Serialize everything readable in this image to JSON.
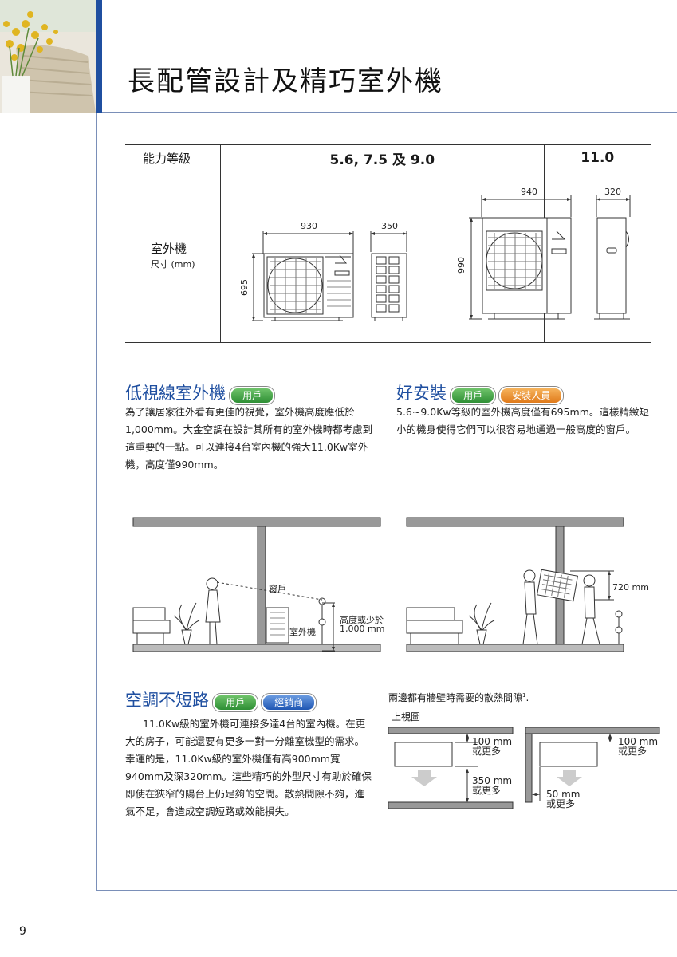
{
  "page": {
    "title": "長配管設計及精巧室外機",
    "page_number": "9"
  },
  "spec_table": {
    "header_label": "能力等級",
    "col1_header": "5.6, 7.5 及 9.0",
    "col2_header": "11.0",
    "row_label": "室外機",
    "row_sub": "尺寸 (mm)",
    "small_unit": {
      "width": "930",
      "depth": "350",
      "height": "695"
    },
    "large_unit": {
      "width": "940",
      "depth": "320",
      "height": "990"
    }
  },
  "section_low": {
    "heading": "低視線室外機",
    "tag": "用戶",
    "text": "為了讓居家往外看有更佳的視覺，室外機高度應低於1,000mm。大金空調在設計其所有的室外機時都考慮到這重要的一點。可以連接4台室內機的強大11.0Kw室外機，高度僅990mm。"
  },
  "section_install": {
    "heading": "好安裝",
    "tag1": "用戶",
    "tag2": "安裝人員",
    "text": "5.6~9.0Kw等級的室外機高度僅有695mm。這樣精緻短小的機身使得它們可以很容易地通過一般高度的窗戶。"
  },
  "diagram_left": {
    "window_label": "窗戶",
    "unit_label": "室外機",
    "height_label_1": "高度或少於",
    "height_label_2": "1,000 mm"
  },
  "diagram_right": {
    "height_label": "720 mm"
  },
  "section_short": {
    "heading": "空調不短路",
    "tag1": "用戶",
    "tag2": "經銷商",
    "text": "11.0Kw級的室外機可連接多達4台的室內機。在更大的房子，可能還要有更多一對一分離室機型的需求。幸運的是，11.0Kw級的室外機僅有高900mm寬940mm及深320mm。這些精巧的外型尺寸有助於確保即使在狹窄的陽台上仍足夠的空間。散熱間隙不夠，進氣不足，會造成空調短路或效能損失。"
  },
  "clearance": {
    "caption": "兩邊都有牆壁時需要的散熱間隙",
    "footnote_mark": "1",
    "view_label": "上視圖",
    "left_top_1": "100 mm",
    "left_top_2": "或更多",
    "left_bottom_1": "350 mm",
    "left_bottom_2": "或更多",
    "right_top_1": "100 mm",
    "right_top_2": "或更多",
    "right_side_1": "50 mm",
    "right_side_2": "或更多"
  },
  "colors": {
    "accent": "#1f4fa0",
    "green_tag": "#2e8f35",
    "orange_tag": "#e07a1a",
    "blue_tag": "#1f56b3"
  }
}
